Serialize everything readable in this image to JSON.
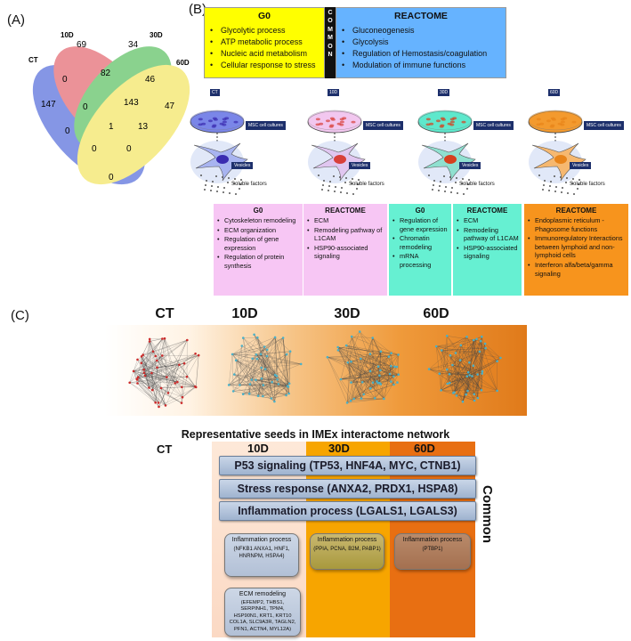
{
  "panel_a": {
    "letter": "(A)",
    "sets": [
      "CT",
      "10D",
      "30D",
      "60D"
    ],
    "numbers": {
      "ct_only": "147",
      "d10_only": "69",
      "d30_only": "34",
      "d60_only": "47",
      "ct_10": "0",
      "d10_30": "82",
      "d30_60": "46",
      "ct_10_30": "0",
      "d10_30_60": "143",
      "all": "1",
      "ct_30_60": "13",
      "ct_30": "0",
      "ct_10_60": "0",
      "ct_60": "0",
      "center_left": "0",
      "d10_60": "0"
    }
  },
  "panel_b": {
    "letter": "(B)",
    "g0_title": "G0",
    "g0_items": [
      "Glycolytic process",
      "ATP metabolic process",
      "Nucleic acid metabolism",
      "Cellular response to stress"
    ],
    "common_letters": [
      "C",
      "O",
      "M",
      "M",
      "O",
      "N"
    ],
    "reactome_title": "REACTOME",
    "reactome_items": [
      "Gluconeogenesis",
      "Glycolysis",
      "Regulation of Hemostasis/coagulation",
      "Modulation of immune functions"
    ],
    "timepoints": [
      "CT",
      "10D",
      "30D",
      "60D"
    ],
    "msc_label": "MSC cell cultures",
    "vesicles_label": "Vesicles",
    "soluble_label": "Soluble factors",
    "boxes": {
      "d10_g0_title": "G0",
      "d10_g0_items": [
        "Cytoskeleton remodeling",
        "ECM organization",
        "Regulation of gene expression",
        "Regulation of protein synthesis"
      ],
      "d10_re_title": "REACTOME",
      "d10_re_items": [
        "ECM",
        "Remodeling pathway of L1CAM",
        "HSP90-associated signaling"
      ],
      "d30_g0_title": "G0",
      "d30_g0_items": [
        "Regulation of gene expression",
        "Chromatin remodeling",
        "mRNA processing"
      ],
      "d30_re_title": "REACTOME",
      "d30_re_items": [
        "ECM",
        "Remodeling pathway of L1CAM",
        "HSP90-associated signaling"
      ],
      "d60_re_title": "REACTOME",
      "d60_re_items": [
        "Endoplasmic reticulum - Phagosome functions",
        "Immunoregulatory Interactions between lymphoid and non-lymphoid cells",
        "Interferon alfa/beta/gamma signaling"
      ]
    }
  },
  "panel_c": {
    "letter": "(C)",
    "network_titles": [
      "CT",
      "10D",
      "30D",
      "60D"
    ],
    "seeds_title": "Representative seeds in IMEx interactome network",
    "col_labels": [
      "CT",
      "10D",
      "30D",
      "60D"
    ],
    "common_label": "Common",
    "bars": [
      "P53 signaling (TP53, HNF4A, MYC, CTNB1)",
      "Stress response (ANXA2, PRDX1, HSPA8)",
      "Inflammation process (LGALS1, LGALS3)"
    ],
    "pill_10d_title": "Inflammation process",
    "pill_10d_genes": "(NFKB1 ANXA1, HNF1, HNRNPM, HSPA4)",
    "pill_30d_title": "Inflammation process",
    "pill_30d_genes": "(PPIA, PCNA, B2M, PABP1)",
    "pill_60d_title": "Inflammation process",
    "pill_60d_genes": "(PTBP1)",
    "pill_ecm_title": "ECM remodeling",
    "pill_ecm_genes": "(EFEMP2, THBS1, SERPINH1, TPM4, HSP90N1, KRT1, KRT10 COL1A, SLC9A3R, TAGLN2, PFN1, ACTN4, MYL12A)"
  },
  "colors": {
    "venn_ct": "#3b57d6",
    "venn_10d": "#e0505a",
    "venn_30d": "#44b84a",
    "venn_60d": "#f2e24a",
    "g0_yellow": "#ffff00",
    "reactome_blue": "#66b3ff",
    "pink": "#f7c6f4",
    "teal": "#66f0d2",
    "orange": "#f7941d"
  }
}
